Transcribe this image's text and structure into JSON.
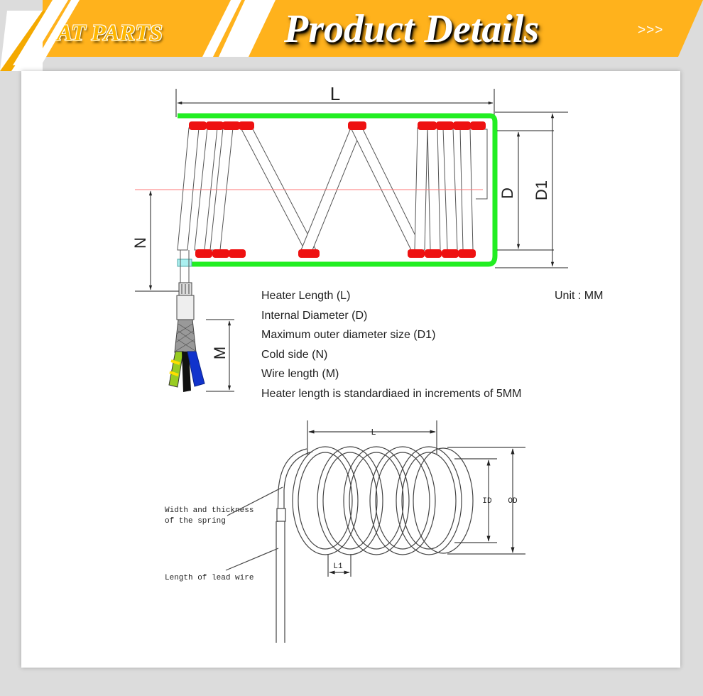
{
  "banner": {
    "brand": "AT PARTS",
    "title": "Product Details",
    "arrows": ">>>",
    "colors": {
      "orange": "#ffb21c",
      "brand_text": "#ffb700",
      "title_text": "#ffffff"
    }
  },
  "diagram1": {
    "dim_L": "L",
    "dim_D": "D",
    "dim_D1": "D1",
    "dim_N": "N",
    "dim_M": "M",
    "colors": {
      "sheath": "#22ee22",
      "turn_marks": "#ee1111",
      "center_line": "#ff7777",
      "cable_blue": "#1133cc",
      "cable_green_yellow": "#99cc22"
    }
  },
  "legend": {
    "lines": [
      "Heater Length  (L)",
      "Internal Diameter  (D)",
      "Maximum outer diameter size (D1)",
      "Cold side  (N)",
      "Wire length  (M)",
      "Heater length is standardiaed in increments of 5MM"
    ],
    "unit": "Unit : MM"
  },
  "diagram2": {
    "dim_L": "L",
    "dim_ID": "ID",
    "dim_OD": "OD",
    "dim_L1": "L1",
    "note_spring": [
      "Width and thickness",
      "of the spring"
    ],
    "note_lead": "Length of lead wire"
  }
}
